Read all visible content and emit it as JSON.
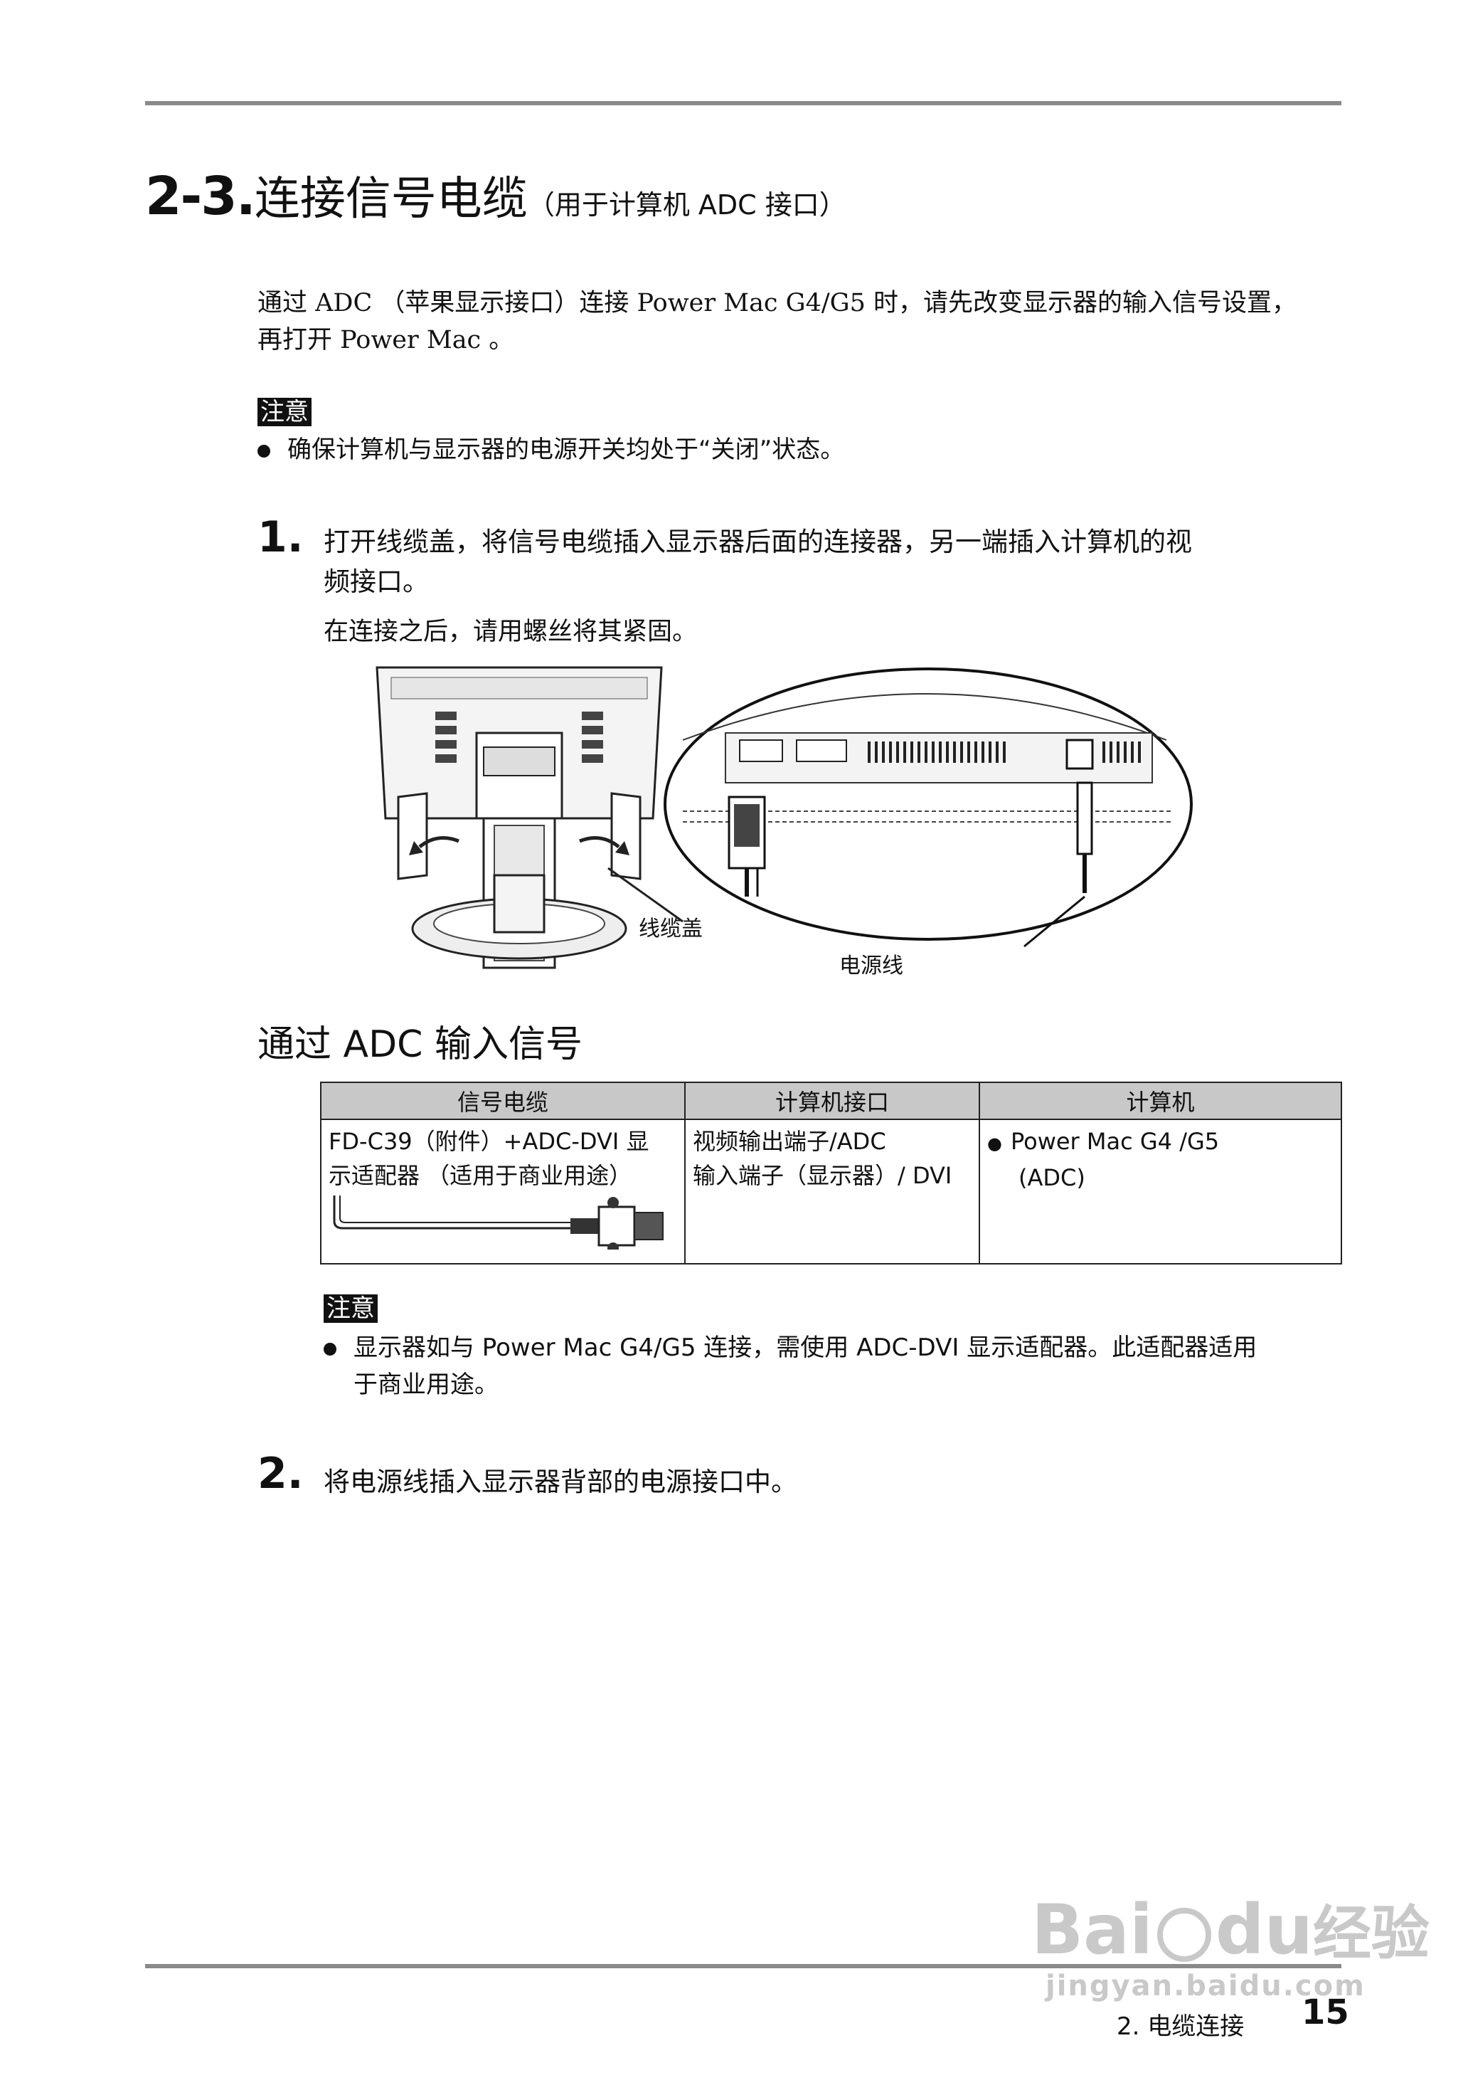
{
  "header": {
    "section_number": "2-3.",
    "title": "连接信号电缆",
    "subtitle": "（用于计算机 ADC 接口）"
  },
  "intro": {
    "line1": "通过 ADC （苹果显示接口）连接 Power Mac G4/G5 时，请先改变显示器的输入信号设置，",
    "line2": "再打开 Power Mac 。"
  },
  "note1": {
    "tag": "注意",
    "bullet": "确保计算机与显示器的电源开关均处于“关闭”状态。"
  },
  "step1": {
    "number": "1.",
    "line1": "打开线缆盖，将信号电缆插入显示器后面的连接器，另一端插入计算机的视",
    "line2": "频接口。",
    "line3": "在连接之后，请用螺丝将其紧固。"
  },
  "diagram": {
    "label_cable_cover": "线缆盖",
    "label_power_cord": "电源线"
  },
  "section2": {
    "heading": "通过 ADC 输入信号"
  },
  "table": {
    "headers": [
      "信号电缆",
      "计算机接口",
      "计算机"
    ],
    "cable_line1": "FD-C39（附件）+ADC-DVI 显",
    "cable_line2": "示适配器 （适用于商业用途）",
    "port_line1": "视频输出端子/ADC",
    "port_line2": "输入端子（显示器）/ DVI",
    "computer_line1": "Power Mac G4 /G5",
    "computer_line2": "(ADC)"
  },
  "note2": {
    "tag": "注意",
    "line1": "显示器如与 Power Mac G4/G5 连接，需使用 ADC-DVI 显示适配器。此适配器适用",
    "line2": "于商业用途。"
  },
  "step2": {
    "number": "2.",
    "text": "将电源线插入显示器背部的电源接口中。"
  },
  "footer": {
    "chapter": "2.  电缆连接",
    "page": "15"
  },
  "watermark": {
    "brand": "Bai",
    "brand2": "du",
    "suffix": "经验",
    "url": "jingyan.baidu.com"
  }
}
